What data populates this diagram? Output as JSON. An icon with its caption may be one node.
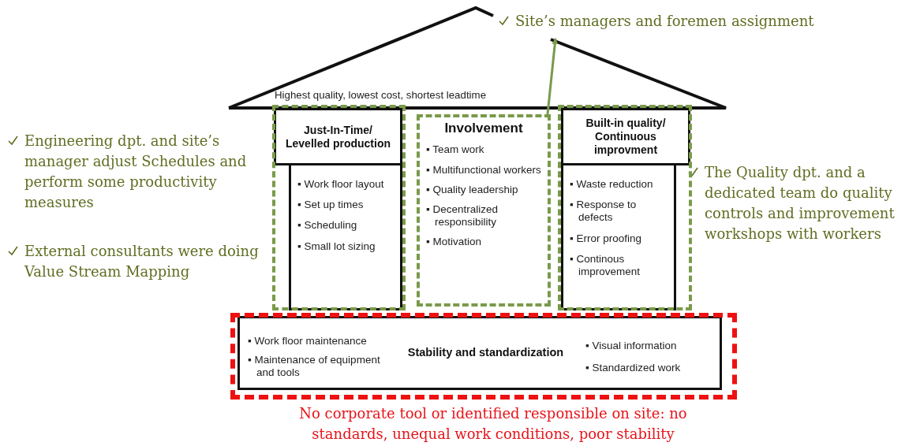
{
  "diagram": {
    "nodes": [
      {
        "text": [
          "Highest quality, lowest cost, shortest leadtime"
        ]
      },
      {
        "text": [],
        "shape": "box"
      },
      {
        "text": [
          "Just-In-Time/ Levelled production"
        ],
        "in": 1
      },
      {
        "text": [
          "▪ Work floor layout",
          "▪ Set up times",
          "▪ Scheduling",
          "▪ Small lot sizing"
        ],
        "in": 1
      },
      {
        "text": [
          "Involvement",
          "▪ Team work",
          "▪ Multifunctional workers",
          "▪ Quality leadership",
          "▪ Decentralized responsibility",
          "▪ Motivation"
        ]
      },
      {
        "text": [],
        "shape": "box"
      },
      {
        "text": [
          "Built-in quality/ Continuous improvment"
        ],
        "in": 5
      },
      {
        "text": [
          "▪ Waste reduction",
          "▪ Response to defects",
          "▪ Error proofing",
          "▪ Continous improvement"
        ],
        "in": 5
      },
      {
        "text": [],
        "shape": "box"
      },
      {
        "text": [
          "▪ Work floor maintenance",
          "▪ Maintenance of equipment and tools",
          "Stability and standardization",
          "▪ Visual information",
          "▪ Standardized work"
        ],
        "in": 8
      },
      {
        "text": [
          "Site’s managers and foremen assignment"
        ]
      }
    ],
    "edges": [
      {
        "from": 4,
        "to": 10,
        "arrow": "to"
      }
    ],
    "labels": [
      "Engineering dpt. and site’s manager adjust  Schedules and perform some productivity measures",
      "External consultants were doing Value Stream Mapping",
      "The Quality dpt. and a dedicated team do quality controls and improvement workshops with workers",
      "No corporate tool or identified responsible on site: no standards, unequal work conditions,  poor stability"
    ]
  }
}
